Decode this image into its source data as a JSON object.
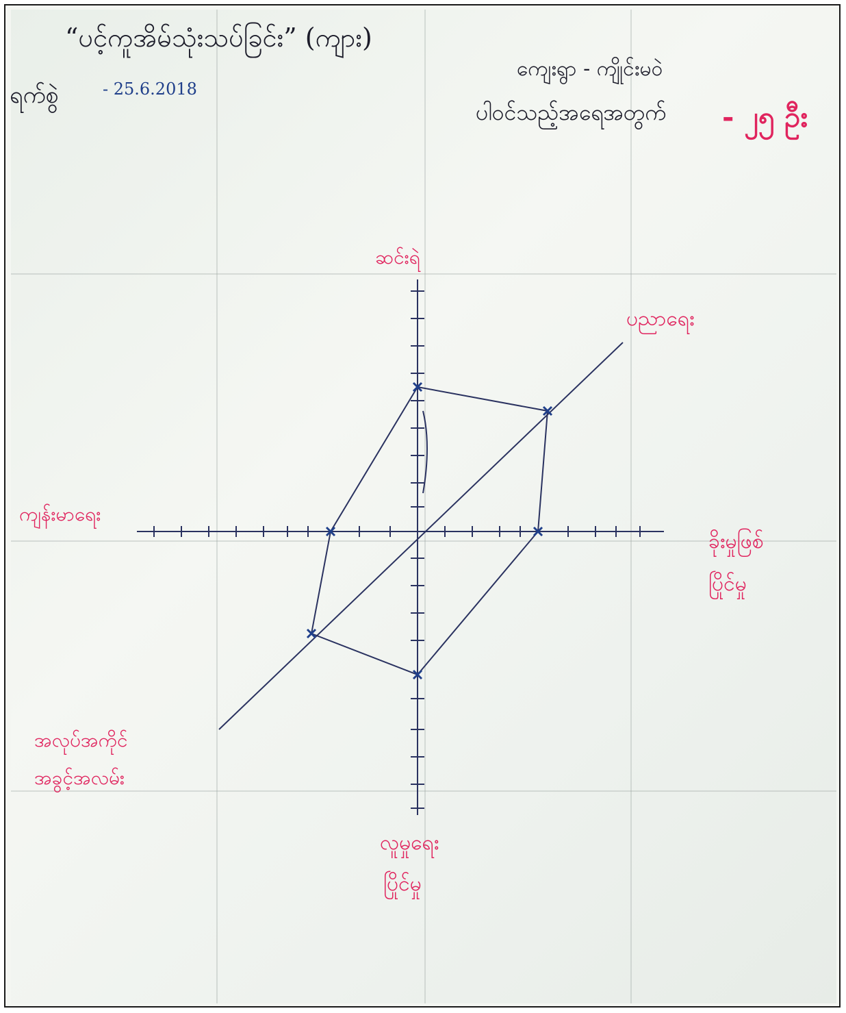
{
  "header": {
    "title": "“ပင့်ကူအိမ်သုံးသပ်ခြင်း” (ကျား)",
    "title_note": "(ကျား)",
    "date_label": "ရက်စွဲ",
    "date_value": "- 25.6.2018",
    "village": "ကျေးရွာ - ကျိုင်းမဝဲ",
    "participants": "ပါဝင်သည့်အရေအတွက်",
    "participants_count": "- ၂၅ ဦး"
  },
  "axis_labels": {
    "top": "ဆင်းရဲ",
    "upper_right": "ပညာရေး",
    "left": "ကျန်းမာရေး",
    "right_line1": "ခိုးမှုဖြစ်",
    "right_line2": "ပြိုင်မှု",
    "lower_left_line1": "အလုပ်အကိုင်",
    "lower_left_line2": "အခွင့်အလမ်း",
    "bottom_line1": "လူမှုရေး",
    "bottom_line2": "ပြိုင်မှု"
  },
  "colors": {
    "ink_blue": "#1f3f8a",
    "ink_black": "#1c1c2a",
    "ink_red": "#e0245e",
    "axis_line": "#2a3260"
  }
}
